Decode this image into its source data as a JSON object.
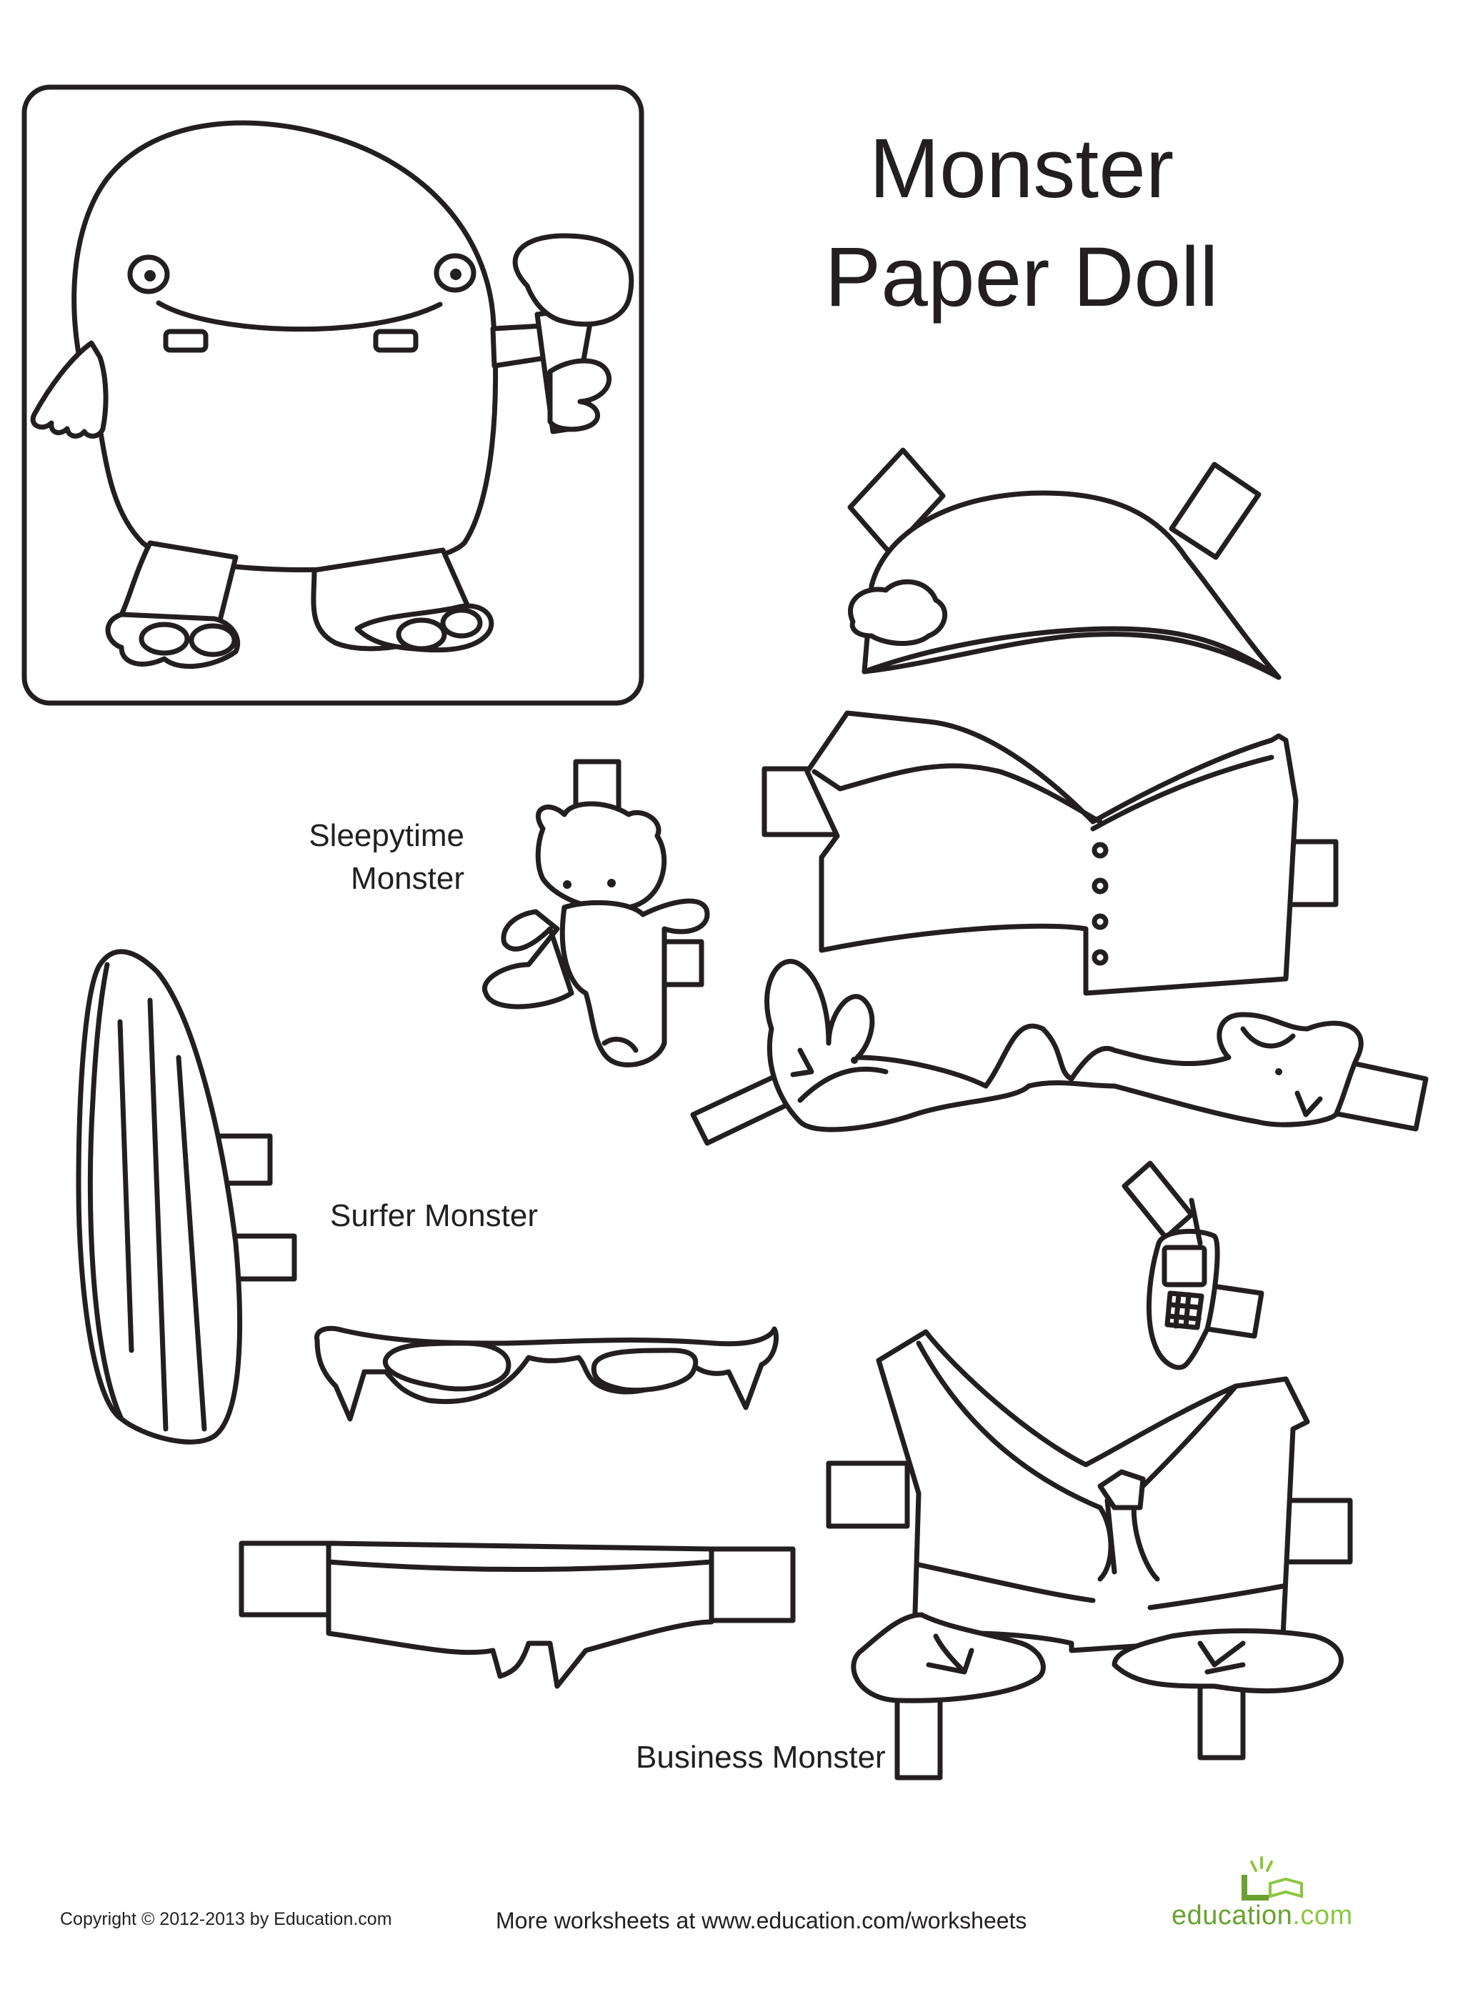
{
  "title": {
    "line1": "Monster",
    "line2": "Paper Doll"
  },
  "labels": {
    "sleepytime": [
      "Sleepytime",
      "Monster"
    ],
    "surfer": "Surfer Monster",
    "business": "Business Monster"
  },
  "footer": {
    "copyright": "Copyright © 2012-2013 by Education.com",
    "more_worksheets": "More worksheets at www.education.com/worksheets",
    "logo_word": "education",
    "logo_domain": ".com"
  },
  "colors": {
    "ink": "#231f20",
    "logo_dark": "#6aa12f",
    "logo_light": "#8cc63f"
  },
  "illustrations": [
    "monster-figure",
    "nightcap",
    "teddy-bear",
    "pajama-top",
    "bunny-slippers",
    "surfboard",
    "sunglasses",
    "swim-trunks",
    "cell-phone",
    "business-shirt",
    "dress-shoes"
  ]
}
